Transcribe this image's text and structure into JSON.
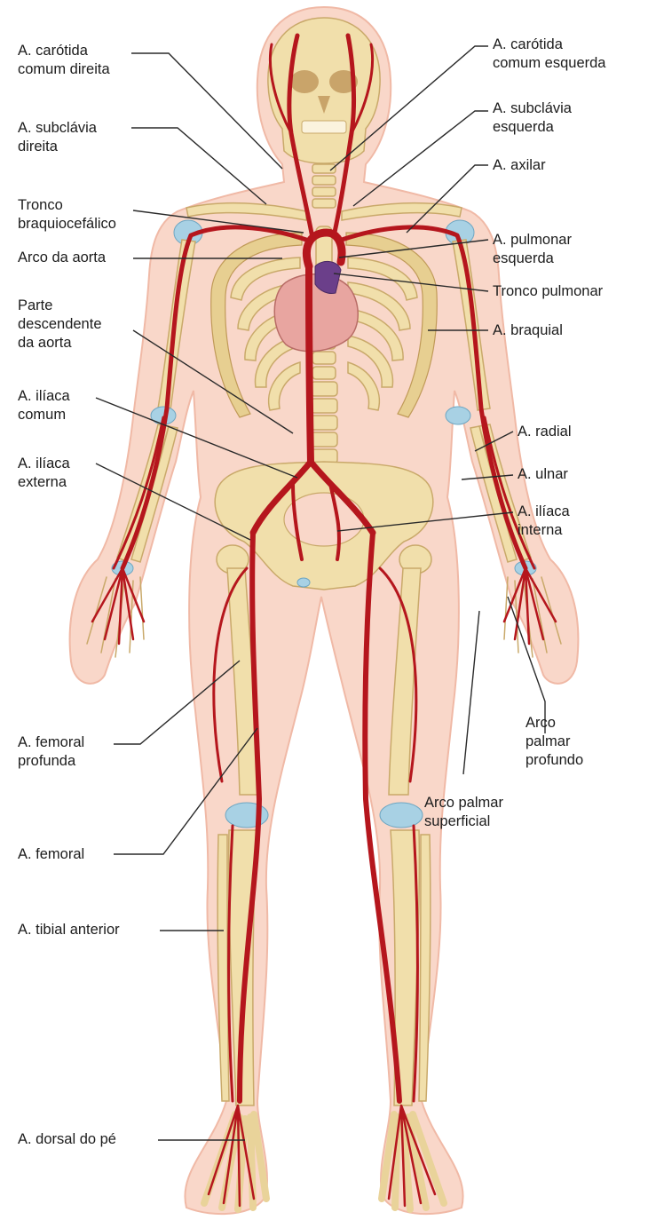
{
  "labels": {
    "carotida_direita": [
      "A. carótida",
      "comum direita"
    ],
    "carotida_esquerda": [
      "A. carótida",
      "comum esquerda"
    ],
    "subclavia_direita": [
      "A. subclávia",
      "direita"
    ],
    "subclavia_esquerda": [
      "A. subclávia",
      "esquerda"
    ],
    "tronco_braquiocefalico": [
      "Tronco",
      "braquiocefálico"
    ],
    "axilar": [
      "A. axilar"
    ],
    "arco_aorta": [
      "Arco da aorta"
    ],
    "pulmonar_esquerda": [
      "A. pulmonar",
      "esquerda"
    ],
    "tronco_pulmonar": [
      "Tronco pulmonar"
    ],
    "parte_descendente": [
      "Parte",
      "descendente",
      "da aorta"
    ],
    "braquial": [
      "A. braquial"
    ],
    "iliaca_comum": [
      "A. ilíaca",
      "comum"
    ],
    "radial": [
      "A. radial"
    ],
    "iliaca_externa": [
      "A. ilíaca",
      "externa"
    ],
    "ulnar": [
      "A. ulnar"
    ],
    "iliaca_interna": [
      "A. ilíaca",
      "interna"
    ],
    "femoral_profunda": [
      "A. femoral",
      "profunda"
    ],
    "arco_palmar_profundo": [
      "Arco",
      "palmar",
      "profundo"
    ],
    "arco_palmar_superficial": [
      "Arco palmar",
      "superficial"
    ],
    "femoral": [
      "A. femoral"
    ],
    "tibial_anterior": [
      "A. tibial anterior"
    ],
    "dorsal_pe": [
      "A. dorsal do pé"
    ]
  },
  "colors": {
    "skin": "#f9d7c9",
    "bone": "#f1dfab",
    "artery": "#b5161d",
    "heart": "#e8a5a0",
    "pulmonary": "#6b3f8a",
    "cartilage": "#a8d1e4"
  }
}
